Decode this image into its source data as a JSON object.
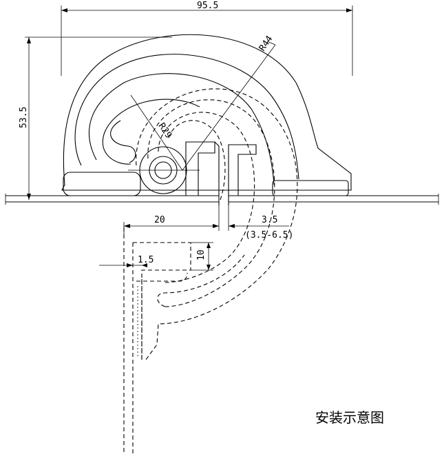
{
  "dimensions": {
    "overall_width": "95.5",
    "overall_height": "53.5",
    "outer_radius": "R44",
    "inner_radius": "R29",
    "offset_20": "20",
    "gap_value": "3.5",
    "gap_range": "(3.5-6.5)",
    "plate_thickness": "1.5",
    "depth_10": "10"
  },
  "caption": "安装示意图"
}
